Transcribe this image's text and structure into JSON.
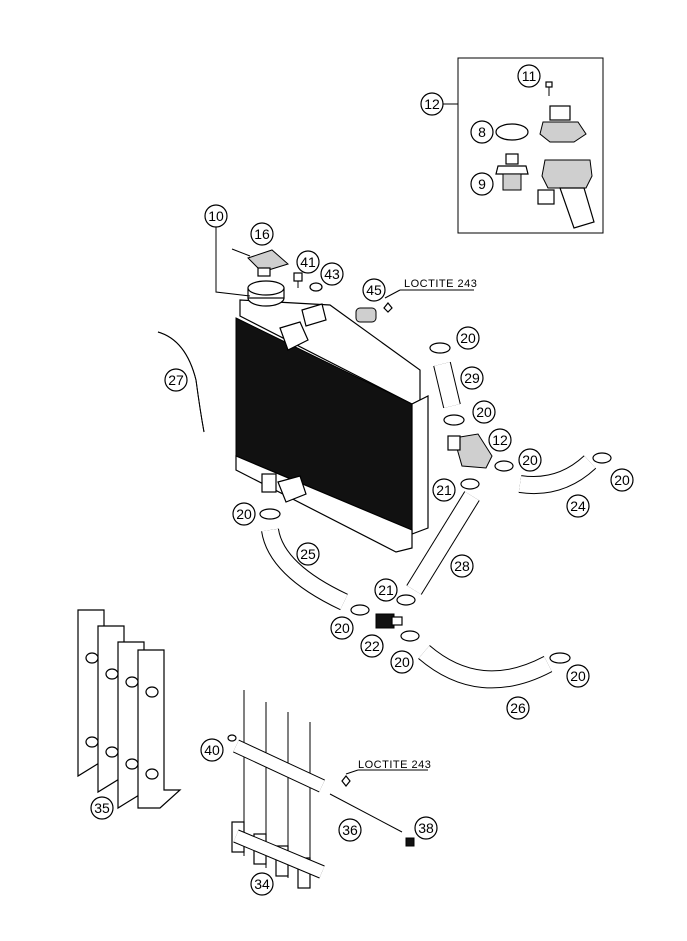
{
  "callouts": {
    "c8": "8",
    "c9": "9",
    "c10": "10",
    "c11": "11",
    "c12a": "12",
    "c12b": "12",
    "c16": "16",
    "c20a": "20",
    "c20b": "20",
    "c20c": "20",
    "c20d": "20",
    "c20e": "20",
    "c20f": "20",
    "c20g": "20",
    "c21a": "21",
    "c21b": "21",
    "c22": "22",
    "c24": "24",
    "c25": "25",
    "c26": "26",
    "c27": "27",
    "c28": "28",
    "c29": "29",
    "c34": "34",
    "c35": "35",
    "c36": "36",
    "c38": "38",
    "c40": "40",
    "c41": "41",
    "c43": "43",
    "c45": "45"
  },
  "notes": {
    "loctite_top": "LOCTITE 243",
    "loctite_bottom": "LOCTITE 243"
  }
}
